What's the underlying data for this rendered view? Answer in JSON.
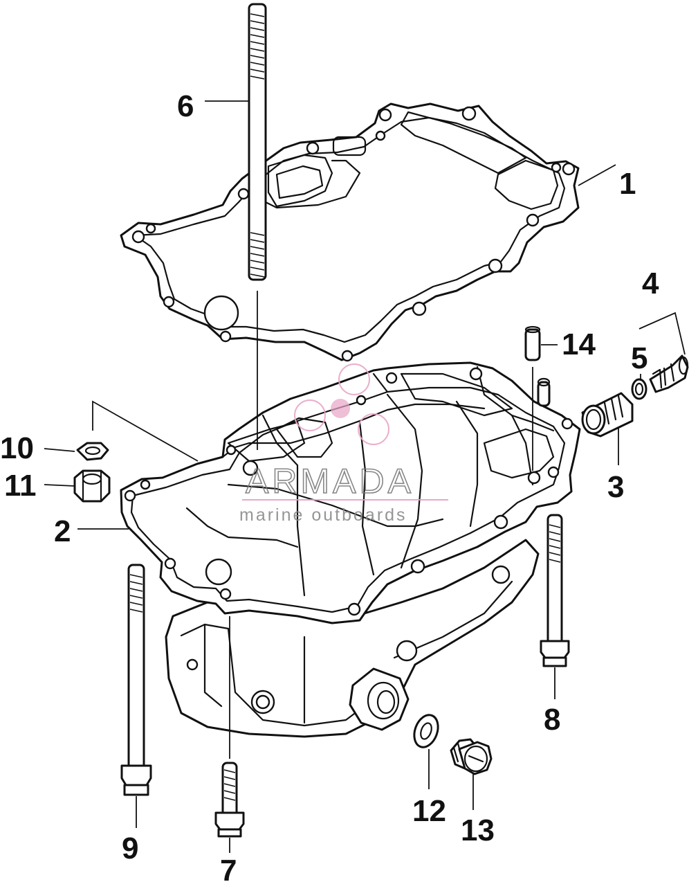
{
  "diagram": {
    "callouts": [
      {
        "id": "1",
        "label": "1"
      },
      {
        "id": "2",
        "label": "2"
      },
      {
        "id": "3",
        "label": "3"
      },
      {
        "id": "4",
        "label": "4"
      },
      {
        "id": "5",
        "label": "5"
      },
      {
        "id": "6",
        "label": "6"
      },
      {
        "id": "7",
        "label": "7"
      },
      {
        "id": "8",
        "label": "8"
      },
      {
        "id": "9",
        "label": "9"
      },
      {
        "id": "10",
        "label": "10"
      },
      {
        "id": "11",
        "label": "11"
      },
      {
        "id": "12",
        "label": "12"
      },
      {
        "id": "13",
        "label": "13"
      },
      {
        "id": "14",
        "label": "14"
      }
    ]
  },
  "watermark": {
    "title": "ARMADA",
    "subtitle": "marine outboards",
    "logo_color": "#e7a6c6",
    "line_color": "#e2a0c2"
  },
  "colors": {
    "ink": "#111111",
    "background": "#ffffff"
  }
}
